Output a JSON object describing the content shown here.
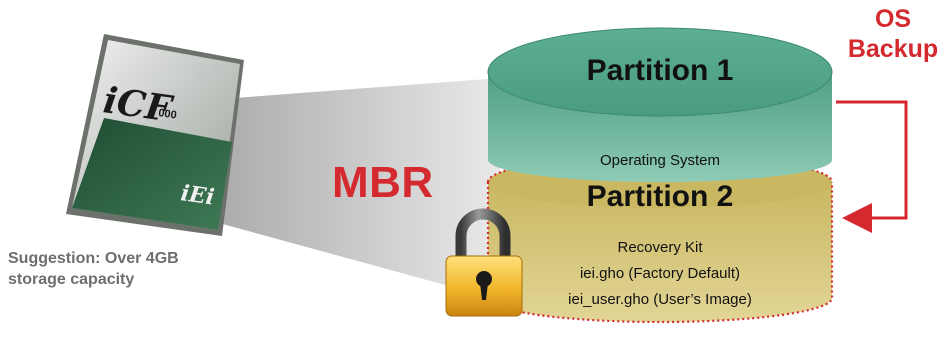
{
  "card": {
    "brand_main": "iCF",
    "brand_sub": "000",
    "vendor": "iEi"
  },
  "suggestion": {
    "line1": "Suggestion: Over 4GB",
    "line2": "storage capacity"
  },
  "mbr_label": "MBR",
  "os_backup": {
    "line1": "OS",
    "line2": "Backup"
  },
  "partition1": {
    "title": "Partition 1",
    "subtitle": "Operating System"
  },
  "partition2": {
    "title": "Partition 2",
    "items": [
      "Recovery Kit",
      "iei.gho (Factory Default)",
      "iei_user.gho (User’s Image)"
    ]
  },
  "colors": {
    "partition1_fill": "#5aa98f",
    "partition2_fill": "#cdbc6a",
    "accent_red": "#d42a2f",
    "mbr_beam": "#cfcfcf"
  },
  "icons": {
    "lock": "padlock-icon",
    "card": "compact-flash-card"
  }
}
